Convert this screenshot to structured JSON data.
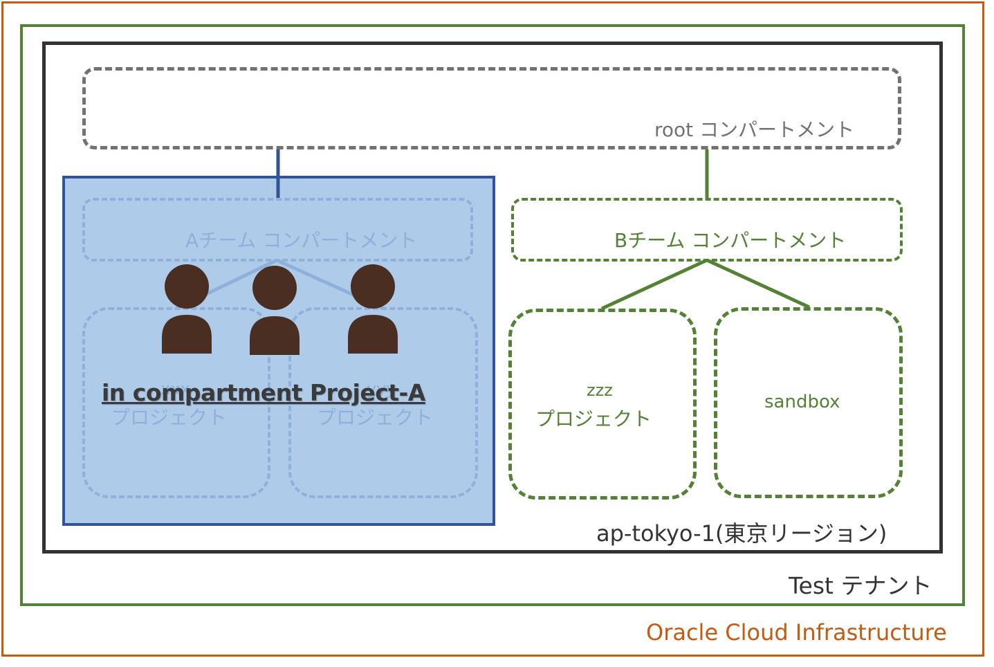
{
  "oci": {
    "label": "Oracle Cloud Infrastructure"
  },
  "tenant": {
    "label": "Test テナント"
  },
  "region": {
    "label": "ap-tokyo-1(東京リージョン)"
  },
  "root": {
    "label": "root コンパートメント"
  },
  "team_a": {
    "label": "Aチーム コンパートメント",
    "projects": [
      {
        "line1": "xxx",
        "line2": "プロジェクト"
      },
      {
        "line1": "yyy",
        "line2": "プロジェクト"
      }
    ]
  },
  "team_b": {
    "label": "Bチーム コンパートメント",
    "projects": [
      {
        "line1": "zzz",
        "line2": "プロジェクト"
      },
      {
        "line1": "sandbox",
        "line2": ""
      }
    ]
  },
  "policy": {
    "label": "in compartment Project-A"
  },
  "users": {
    "count": 3
  },
  "colors": {
    "oci": "#c55a11",
    "tenant": "#548235",
    "region": "#333333",
    "root": "#767171",
    "team_a_line": "#2f5597",
    "team_a_fill": "#aecbea",
    "team_a_faded": "#8fb0da",
    "team_b": "#548235",
    "person": "#4b2e22"
  }
}
